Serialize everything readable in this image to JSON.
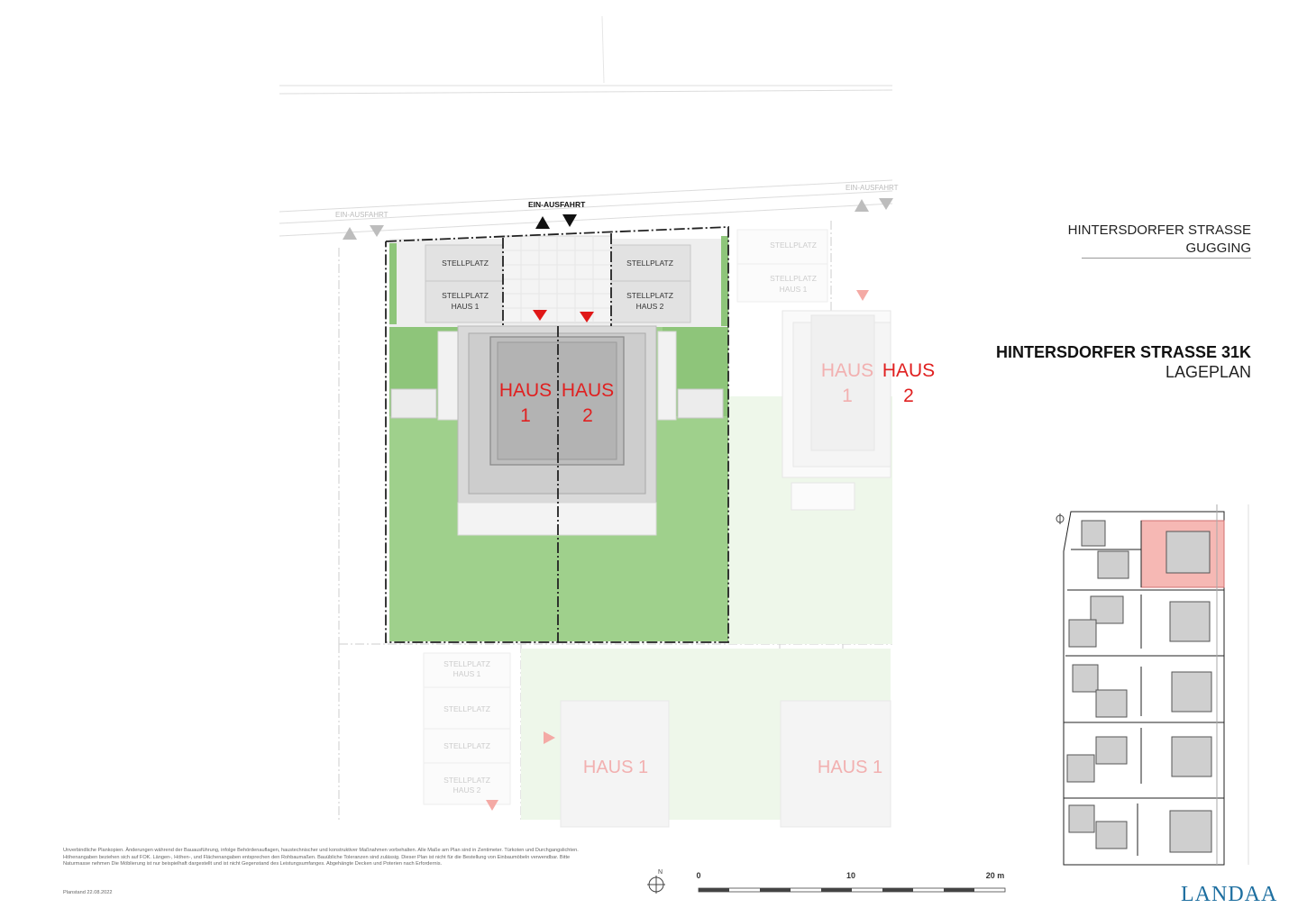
{
  "header": {
    "street_line1": "HINTERSDORFER STRASSE",
    "street_line2": "GUGGING",
    "title": "HINTERSDORFER STRASSE 31K",
    "subtitle": "LAGEPLAN"
  },
  "plan": {
    "entry_labels": [
      "EIN-AUSFAHRT",
      "EIN-AUSFAHRT",
      "EIN-AUSFAHRT"
    ],
    "parking_main": [
      "STELLPLATZ",
      "STELLPLATZ",
      "HAUS 1",
      "STELLPLATZ",
      "STELLPLATZ",
      "HAUS 2"
    ],
    "parking_faded": [
      "STELLPLATZ",
      "STELLPLATZ",
      "HAUS 1",
      "STELLPLATZ",
      "HAUS 1",
      "STELLPLATZ",
      "STELLPLATZ",
      "STELLPLATZ",
      "HAUS 2"
    ],
    "house_haus": "HAUS",
    "house_1": "1",
    "house_2": "2",
    "house_faded_1": "HAUS 1"
  },
  "scale": {
    "north": "N",
    "ticks": [
      "0",
      "10",
      "20 m"
    ]
  },
  "footer": {
    "disclaimer": "Unverbindliche Plankopien. Änderungen während der Bauausführung, infolge Behördenauflagen, haustechnischer und konstruktiver Maßnahmen vorbehalten. Alle Maße am Plan sind in Zentimeter. Türkoten und Durchgangslichten. Höhenangaben beziehen sich auf FOK. Längen-, Höhen-, und Flächenangaben entsprechen den Rohbaumaßen. Bauübliche Toleranzen sind zulässig. Dieser Plan ist nicht für die Bestellung von Einbaumöbeln verwendbar. Bitte Naturmasse nehmen Die Möblierung ist nur beispielhaft dargestellt und ist nicht Gegenstand des Leistungsumfanges. Abgehängte Decken und Poterien nach Erfordernis.",
    "date": "Planstand 22.08.2022",
    "logo": "LANDAA"
  },
  "colors": {
    "lawn": "#9fd08c",
    "lawn_faded": "#e4f2dd",
    "house_red": "#e02020",
    "house_red_faded": "#f2b0b0",
    "highlight": "#f6b8b4",
    "logo_blue": "#1e6fa0"
  }
}
